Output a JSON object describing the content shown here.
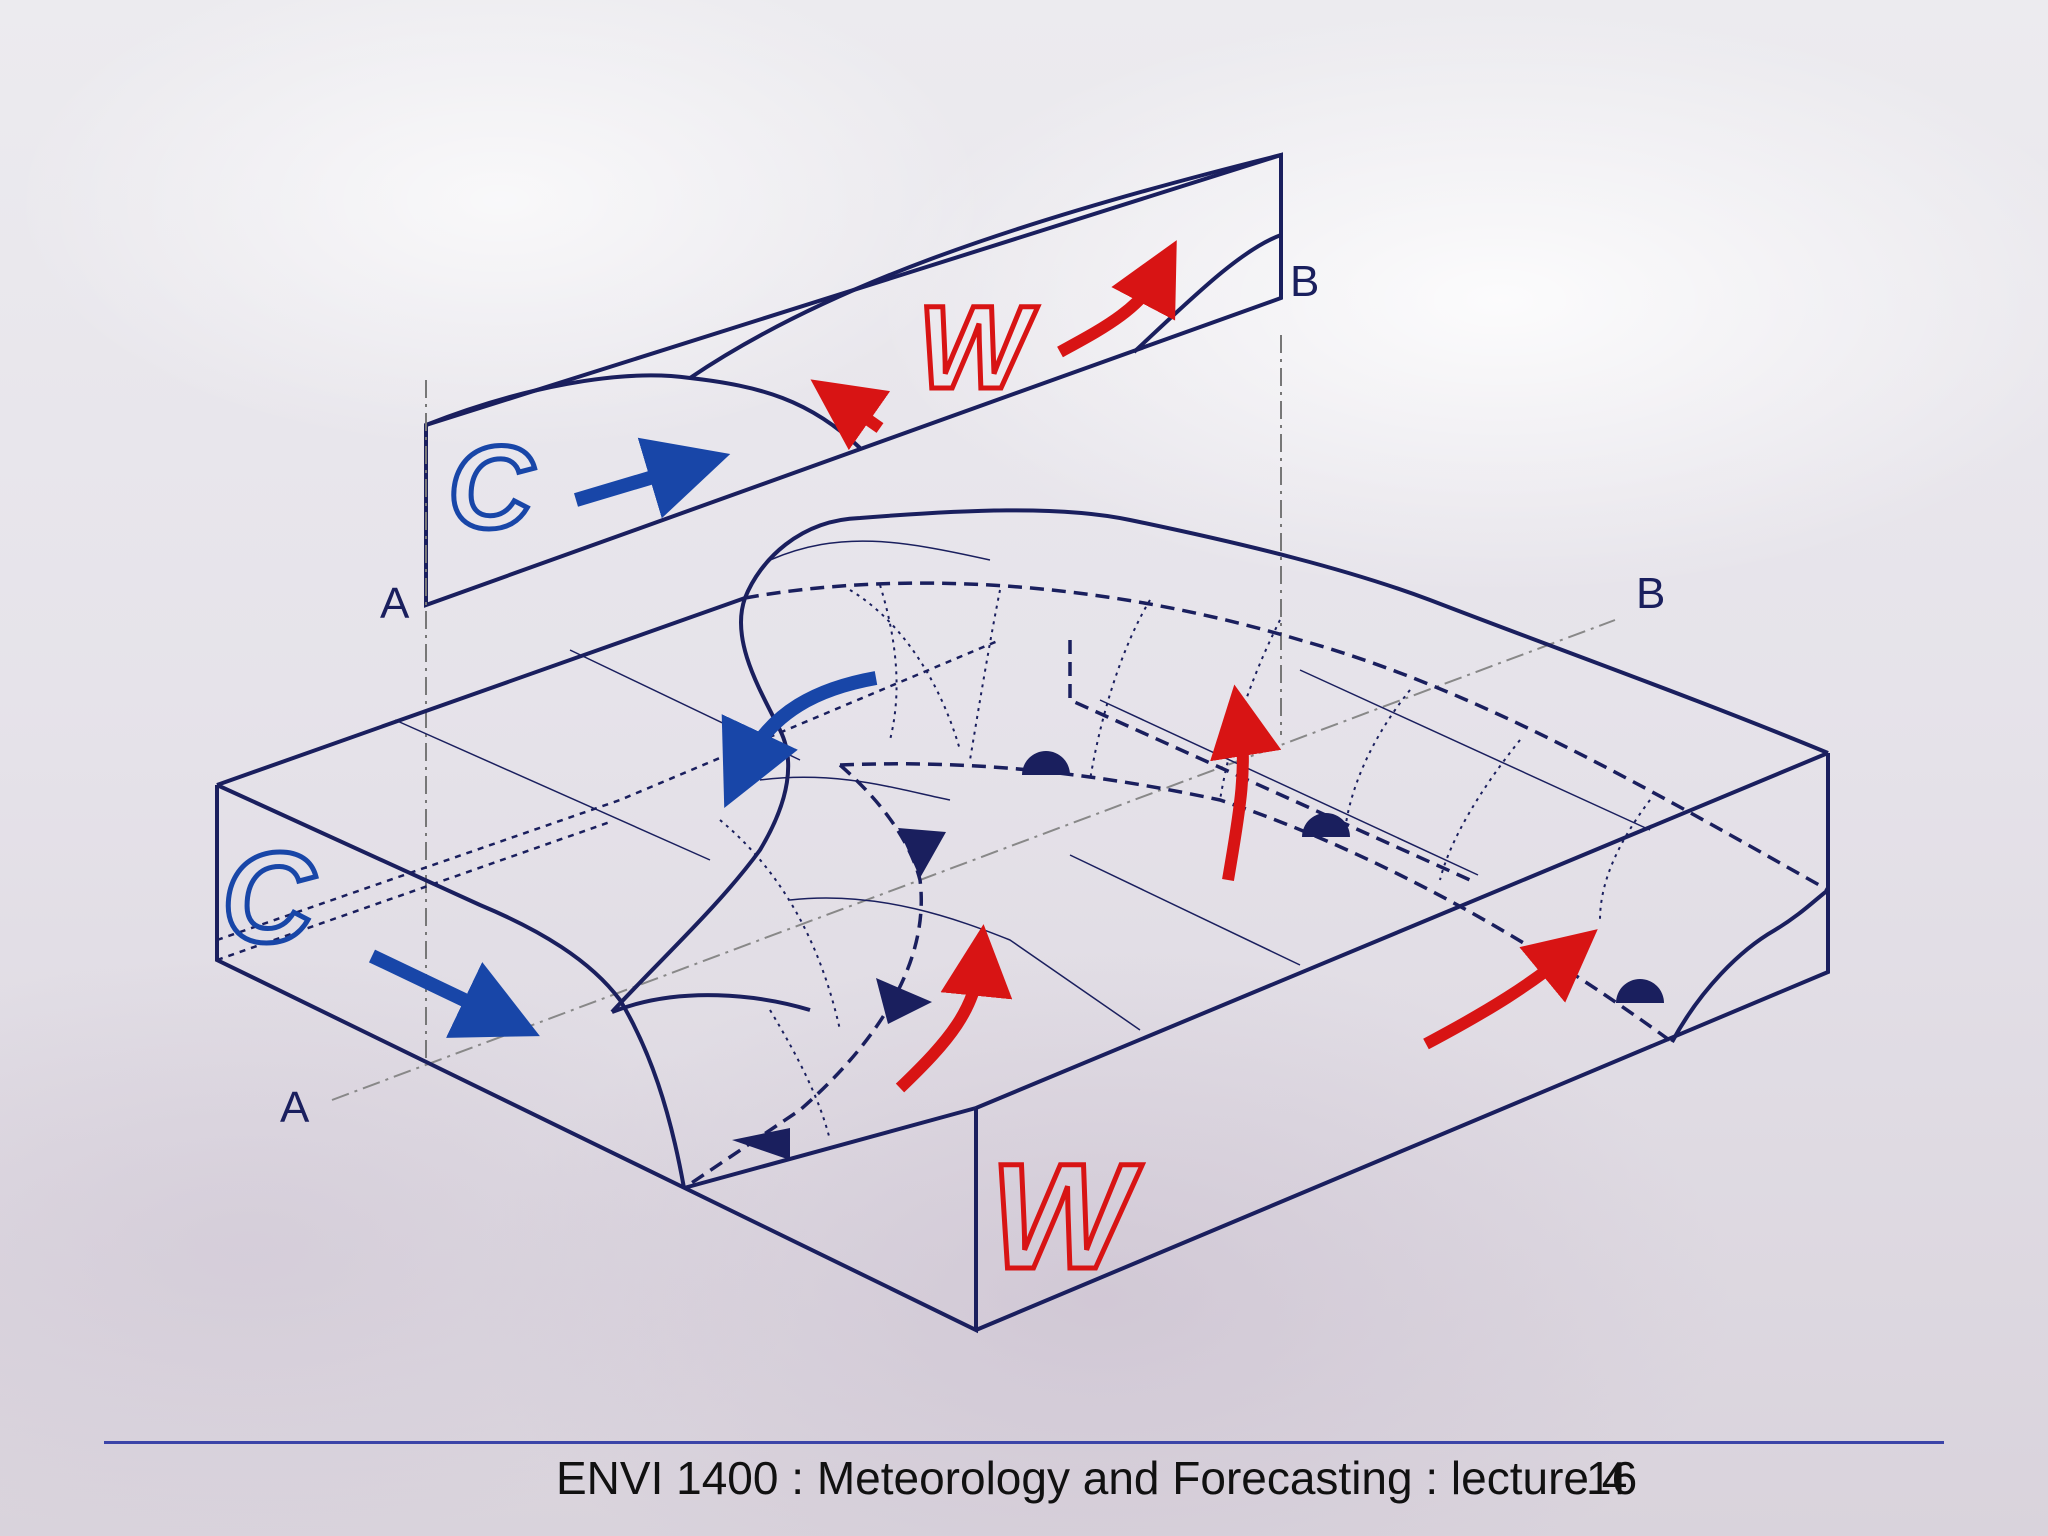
{
  "diagram": {
    "section_labels": {
      "upper_left": "A",
      "upper_right": "B",
      "lower_left": "A",
      "lower_right": "B"
    },
    "air_mass_labels": {
      "cold_top": "C",
      "warm_top": "W",
      "cold_side": "C",
      "warm_side": "W"
    },
    "colors": {
      "outline": "#1a1f5e",
      "cold_arrow": "#1846a8",
      "warm_arrow": "#d81414",
      "front_symbol": "#1a1f5e"
    }
  },
  "footer": {
    "course_text": "ENVI 1400 : Meteorology and Forecasting : lecture 4",
    "slide_number": "16"
  }
}
